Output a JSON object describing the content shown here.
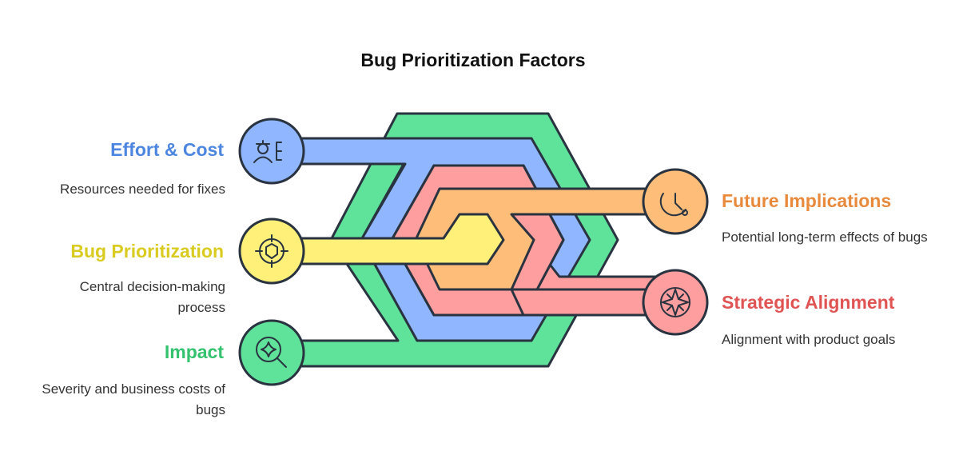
{
  "title": "Bug Prioritization Factors",
  "colors": {
    "impact": "#5fe39a",
    "effort": "#8fb6ff",
    "bug_prioritization": "#fff07a",
    "future": "#ffbd7a",
    "strategic": "#ff9e9e",
    "impact_text": "#34c26f",
    "effort_text": "#4c86e0",
    "bug_text": "#d9cb1f",
    "future_text": "#e8893c",
    "strategic_text": "#e05454",
    "outline": "#2a3340"
  },
  "factors": {
    "effort": {
      "label": "Effort & Cost",
      "description": "Resources needed for fixes",
      "icon": "engineer-icon"
    },
    "bug_prioritization": {
      "label": "Bug Prioritization",
      "description": "Central decision-making process",
      "icon": "target-bug-icon"
    },
    "impact": {
      "label": "Impact",
      "description": "Severity and business costs of bugs",
      "icon": "magnify-sparkle-icon"
    },
    "future": {
      "label": "Future Implications",
      "description": "Potential long-term effects of bugs",
      "icon": "clock-icon"
    },
    "strategic": {
      "label": "Strategic Alignment",
      "description": "Alignment with product goals",
      "icon": "compass-icon"
    }
  }
}
